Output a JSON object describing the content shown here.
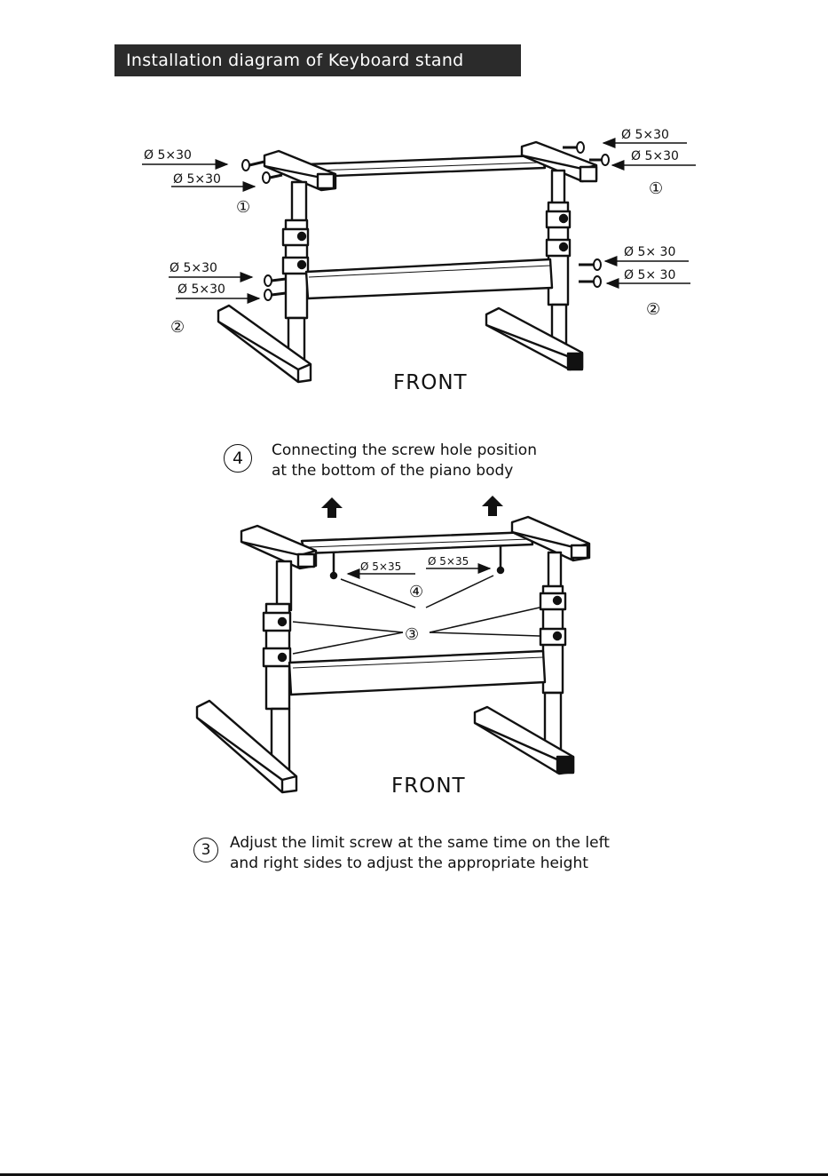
{
  "title": "Installation diagram of Keyboard stand",
  "top_diagram": {
    "labels": {
      "left_1a": "Ø 5×30",
      "left_1b": "Ø 5×30",
      "left_2a": "Ø 5×30",
      "left_2b": "Ø 5×30",
      "right_1a": "Ø 5×30",
      "right_1b": "Ø 5×30",
      "right_2a": "Ø 5× 30",
      "right_2b": "Ø 5× 30"
    },
    "step_1": "①",
    "step_2": "②",
    "front": "FRONT"
  },
  "bottom_diagram": {
    "labels": {
      "screw_left": "Ø 5×35",
      "screw_right": "Ø 5×35"
    },
    "step_3": "③",
    "step_4": "④",
    "front": "FRONT"
  },
  "steps": {
    "step4": {
      "number": "4",
      "line1": "Connecting the screw hole position",
      "line2": "at the bottom of the piano body"
    },
    "step3": {
      "number": "3",
      "line1": "Adjust the limit screw at the same time on the left",
      "line2": "and right sides to adjust the appropriate height"
    }
  },
  "colors": {
    "title_bg": "#2b2b2b",
    "title_fg": "#ffffff",
    "line": "#111111"
  }
}
